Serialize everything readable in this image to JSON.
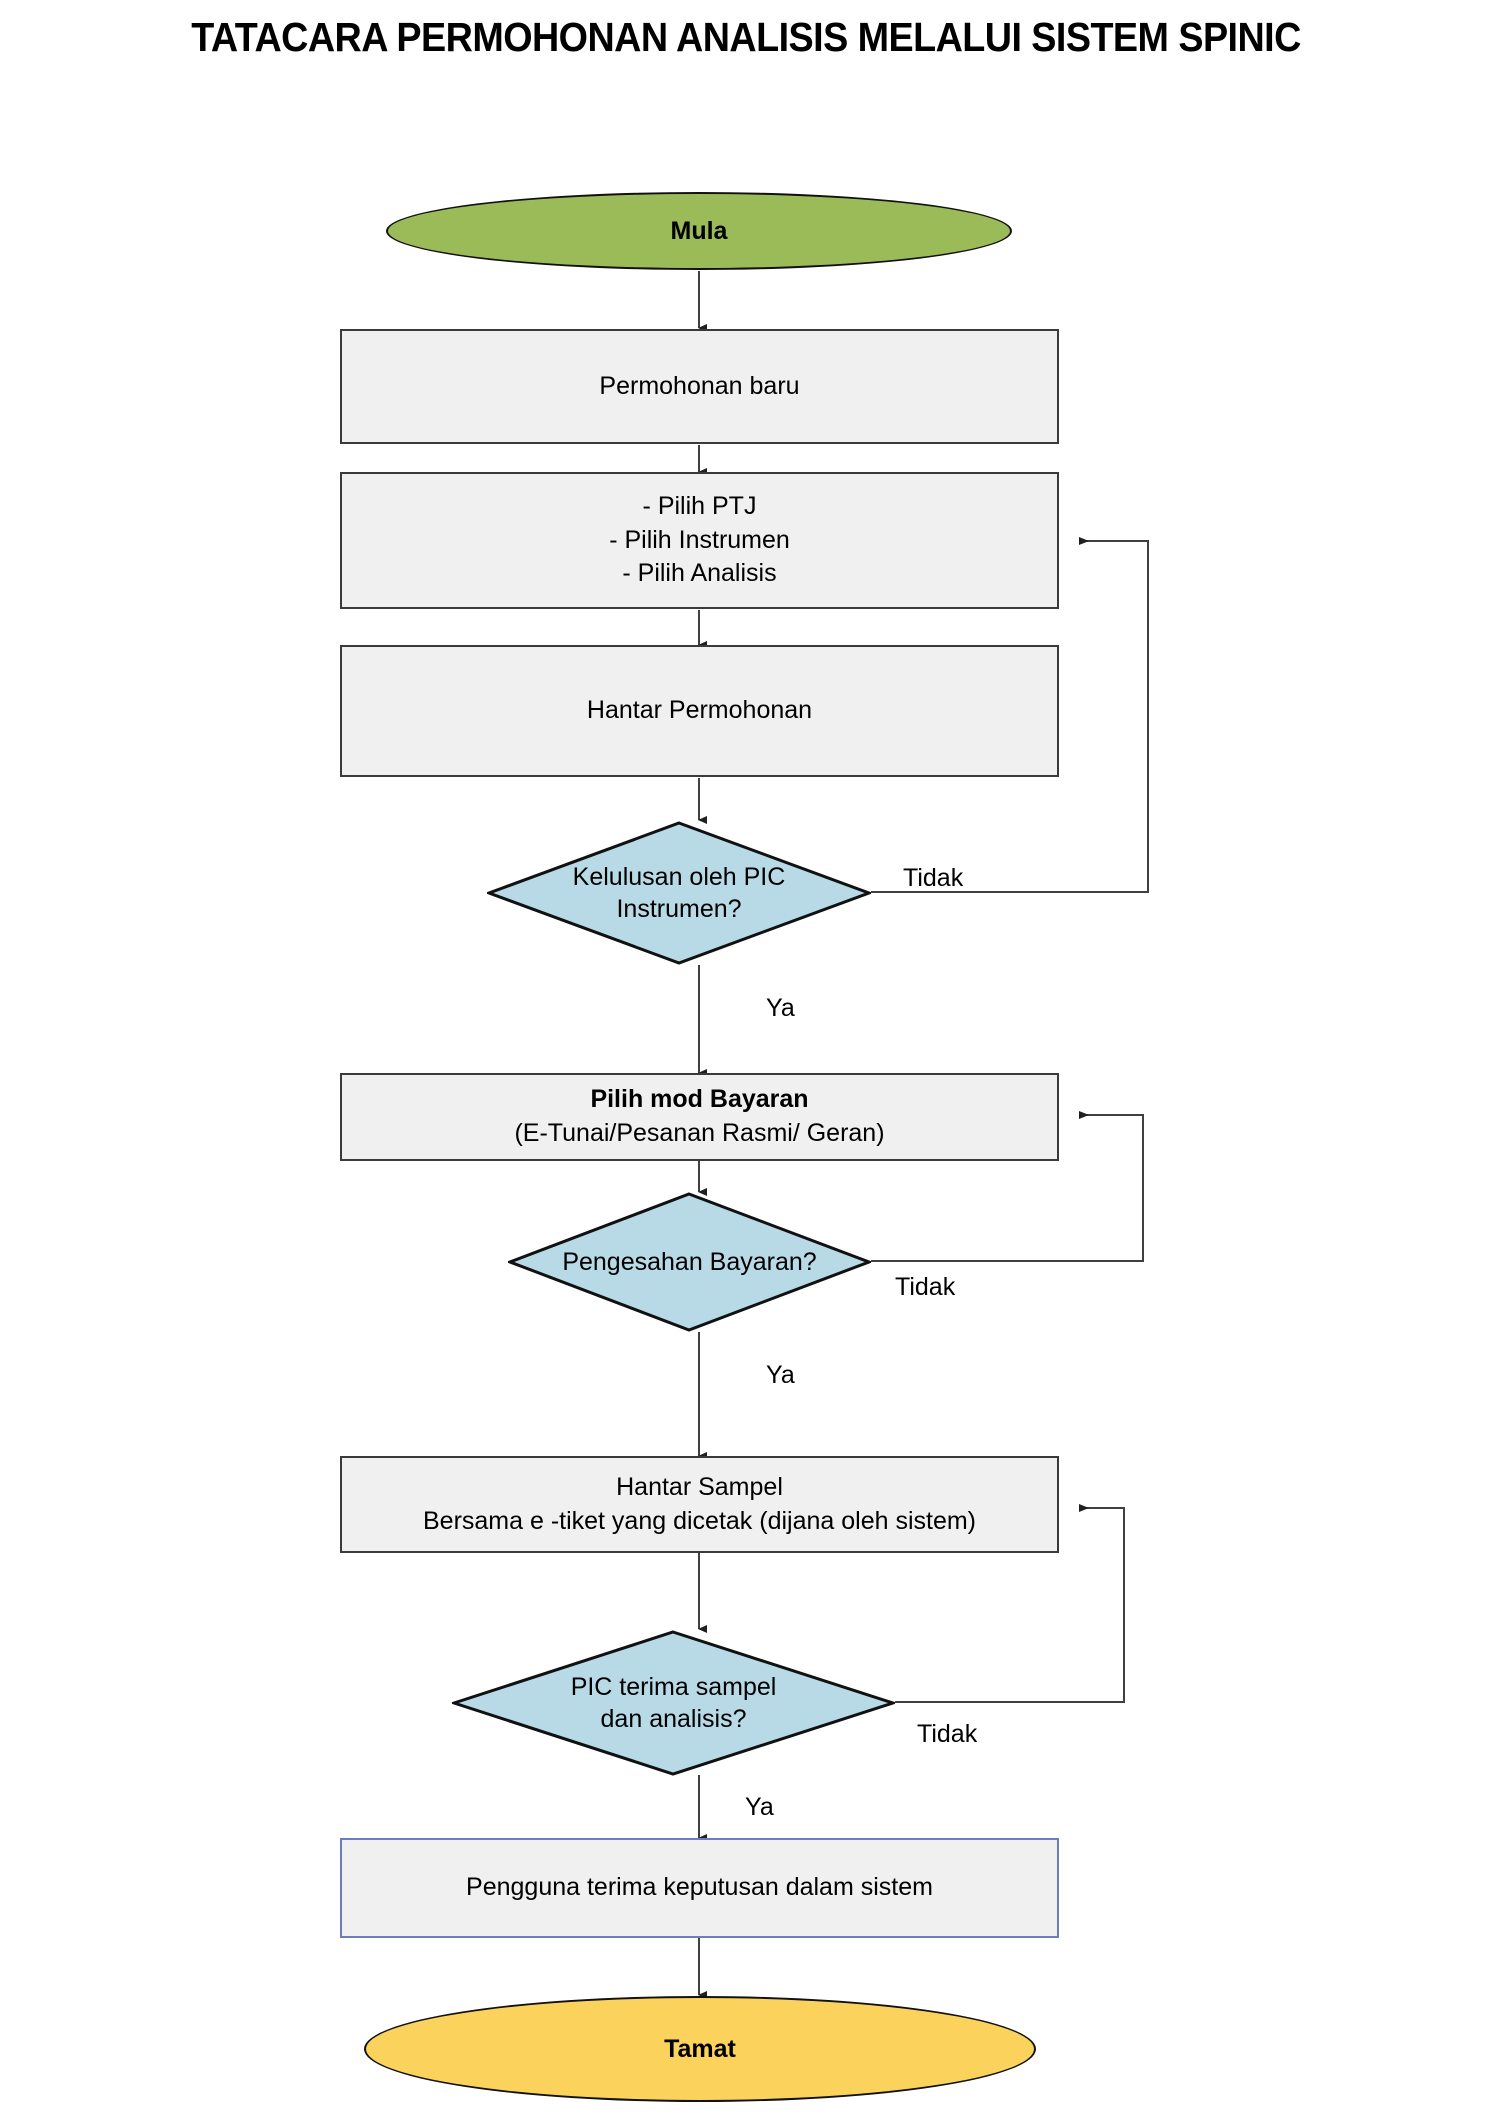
{
  "title": "TATACARA PERMOHONAN ANALISIS MELALUI SISTEM SPINIC",
  "colors": {
    "start_fill": "#9BBB59",
    "end_fill": "#FBD25C",
    "process_fill": "#F0F0F0",
    "process_border": "#3A3A3A",
    "decision_fill": "#B7DAE6",
    "decision_border": "#111111",
    "highlight_border": "#6C7FBC",
    "connector": "#404040"
  },
  "nodes": {
    "start": {
      "label": "Mula",
      "type": "terminator"
    },
    "permohonan_baru": {
      "label": "Permohonan baru",
      "type": "process"
    },
    "pilih": {
      "type": "process",
      "lines": [
        "- Pilih PTJ",
        "- Pilih Instrumen",
        "- Pilih Analisis"
      ]
    },
    "hantar_permohonan": {
      "label": "Hantar Permohonan",
      "type": "process"
    },
    "kelulusan_pic": {
      "type": "decision",
      "lines": [
        "Kelulusan oleh PIC",
        "Instrumen?"
      ]
    },
    "mod_bayaran": {
      "type": "process",
      "line_bold": "Pilih mod Bayaran",
      "line_normal": "(E-Tunai/Pesanan Rasmi/ Geran)"
    },
    "pengesahan_bayaran": {
      "type": "decision",
      "lines": [
        "Pengesahan Bayaran?"
      ]
    },
    "hantar_sampel": {
      "type": "process",
      "line_1": "Hantar Sampel",
      "line_2": "Bersama e -tiket yang dicetak (dijana oleh sistem)"
    },
    "pic_terima": {
      "type": "decision",
      "lines": [
        "PIC terima sampel",
        "dan analisis?"
      ]
    },
    "keputusan": {
      "label": "Pengguna terima keputusan dalam sistem",
      "type": "process"
    },
    "end": {
      "label": "Tamat",
      "type": "terminator"
    }
  },
  "edge_labels": {
    "tidak_1": "Tidak",
    "ya_1": "Ya",
    "tidak_2": "Tidak",
    "ya_2": "Ya",
    "tidak_3": "Tidak",
    "ya_3": "Ya"
  }
}
